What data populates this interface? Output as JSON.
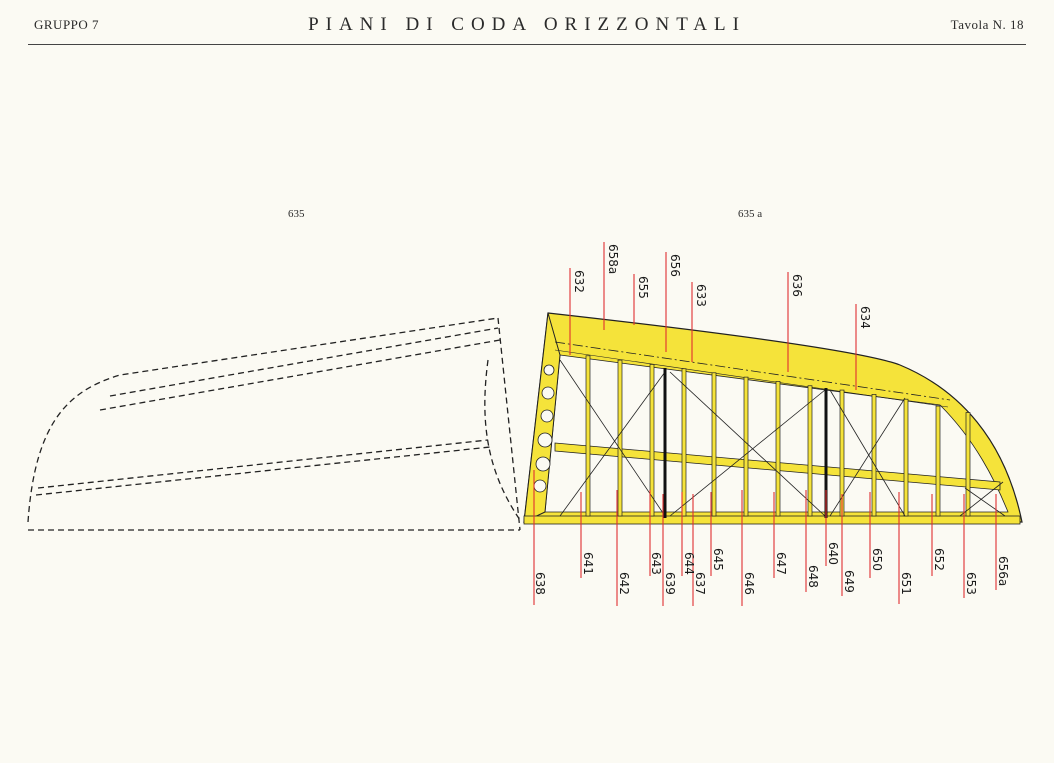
{
  "header": {
    "group": "GRUPPO 7",
    "title": "PIANI DI CODA ORIZZONTALI",
    "plate": "Tavola N. 18"
  },
  "views": {
    "left_label": "635",
    "right_label": "635 a"
  },
  "colors": {
    "structure": "#f5e33a",
    "leader": "#e03030",
    "ink": "#1a1a1a"
  },
  "callouts_top": [
    "632",
    "658a",
    "655",
    "656",
    "633",
    "636",
    "634"
  ],
  "callouts_bottom": [
    "638",
    "641",
    "642",
    "643",
    "639",
    "644",
    "637",
    "645",
    "646",
    "647",
    "648",
    "640",
    "649",
    "650",
    "651",
    "652",
    "653",
    "656a"
  ]
}
